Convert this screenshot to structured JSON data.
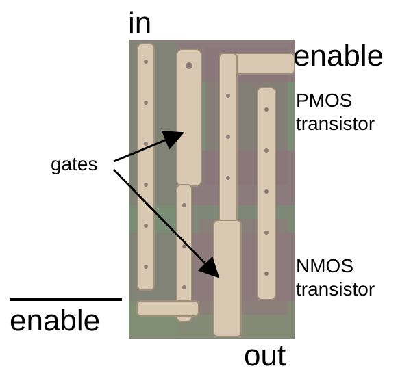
{
  "labels": {
    "in": "in",
    "enable": "enable",
    "pmos": [
      "PMOS",
      "transistor"
    ],
    "nmos": [
      "NMOS",
      "transistor"
    ],
    "gates": "gates",
    "out": "out",
    "enable_bar": "enable"
  },
  "colors": {
    "substrate": "#8a7a7a",
    "metal": "#d8c8b0",
    "metal_dark": "#a89880",
    "oxide_green": "#6f9a72",
    "arrow": "#000000"
  }
}
